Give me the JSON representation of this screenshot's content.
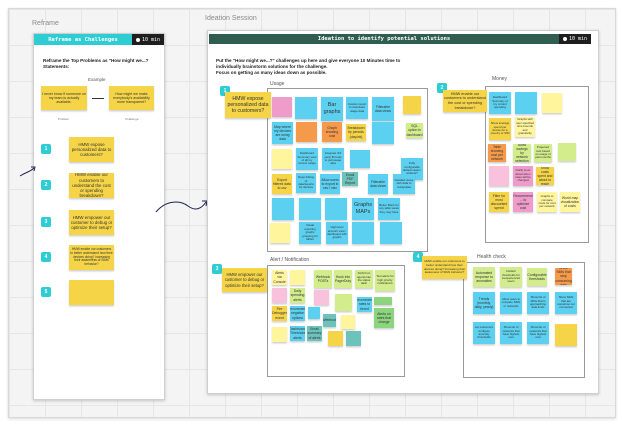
{
  "colors": {
    "teal_header": "#2ECCD3",
    "green_header": "#2F5D50",
    "badge": "#2ECCD3",
    "yellow": "#F5D547",
    "light_yellow": "#FFF59C",
    "blue": "#5CD0F0",
    "pink": "#EF9CCB",
    "light_pink": "#F8C1DC",
    "orange": "#F49A4A",
    "light_green": "#D3EC8C",
    "green": "#8CD47E",
    "teal": "#6CC3BB"
  },
  "reframe": {
    "label": "Reframe",
    "header": "Reframe as Challenges",
    "timer": "10 min",
    "instructions": "Reframe the Top Problems as \"How might we...? Statements:",
    "example_label": "Example",
    "example_problem": "I never know if someone on my team is actually available.",
    "example_challenge": "How might we make everybody's availability more transparent?",
    "problem_caption": "Problem",
    "challenge_caption": "Challenge",
    "items": [
      {
        "num": "1",
        "text": "HMW expose personalized data to customers?"
      },
      {
        "num": "2",
        "text": "HMW enable our customers to understand the cost or spending breakdown?"
      },
      {
        "num": "3",
        "text": "HMW empower our customer to debug or optimize their setup?"
      },
      {
        "num": "4",
        "text": "HMW enable our customers to better understand how their devices doing? Increasing their awareness of SIMs behavior?"
      },
      {
        "num": "5",
        "text": ""
      }
    ]
  },
  "ideation": {
    "label": "Ideation Session",
    "header": "Ideation to identify potential solutions",
    "timer": "10 min",
    "instructions": [
      "Put the \"How might we...?\" challenges up here and give everyone 10 Minutes time to",
      "individually brainstorm solutions for the challenge.",
      "Focus on getting as many ideas down as possible."
    ],
    "challenges": [
      {
        "num": "1",
        "text": "HMW expose personalized data to customers?"
      },
      {
        "num": "2",
        "text": "HMW enable our customers to understand the cost or spending breakdown?"
      },
      {
        "num": "3",
        "text": "HMW empower our customer to debug or optimize their setup?"
      },
      {
        "num": "4",
        "text": "HMW enable our customers to better understand how their devices doing? Increasing their awareness of SIMs behavior?"
      }
    ],
    "clusters": {
      "usage": {
        "label": "Usage",
        "notes": [
          {
            "text": "",
            "color": "pink"
          },
          {
            "text": "",
            "color": "blue"
          },
          {
            "text": "Bar graphs",
            "color": "blue"
          },
          {
            "text": "Custom report to download usage data",
            "color": "blue"
          },
          {
            "text": "Filterable data views",
            "color": "blue"
          },
          {
            "text": "",
            "color": "yellow"
          },
          {
            "text": "Map where my devices are using data",
            "color": "blue"
          },
          {
            "text": "",
            "color": "orange"
          },
          {
            "text": "Graph showing cost",
            "color": "orange"
          },
          {
            "text": "Breakdown by periods (day/wk)",
            "color": "yellow"
          },
          {
            "text": "",
            "color": "blue"
          },
          {
            "text": "SQL option in dashboard",
            "color": "light_green"
          },
          {
            "text": "",
            "color": "light_yellow"
          },
          {
            "text": "Dashboard Summary view of all my current usage",
            "color": "blue"
          },
          {
            "text": "Integrate 3rd party BI tools to pull usage data",
            "color": "blue"
          },
          {
            "text": "",
            "color": "blue"
          },
          {
            "text": "Fully configurable default views / widgets?",
            "color": "blue"
          },
          {
            "text": "Export filtered data to csv",
            "color": "yellow"
          },
          {
            "text": "Deep linking of data/reports for devices",
            "color": "blue"
          },
          {
            "text": "Allow users to export in csv / xlsx",
            "color": "blue"
          },
          {
            "text": "Email PDF Report",
            "color": "teal"
          },
          {
            "text": "Filterable data views",
            "color": "blue"
          },
          {
            "text": "Detailed views with data to manipulate",
            "color": "blue"
          },
          {
            "text": "",
            "color": "blue"
          },
          {
            "text": "",
            "color": "blue"
          },
          {
            "text": "",
            "color": "blue"
          },
          {
            "text": "Graphs MAPs",
            "color": "blue"
          },
          {
            "text": "Better filters for any table views they may have",
            "color": "blue"
          },
          {
            "text": "",
            "color": "light_yellow"
          },
          {
            "text": "Visual reporting graphs grouping for tables",
            "color": "blue"
          },
          {
            "text": "High level account view / dashboard with graphs",
            "color": "blue"
          },
          {
            "text": "",
            "color": "blue"
          },
          {
            "text": "",
            "color": "blue"
          }
        ]
      },
      "money": {
        "label": "Money",
        "notes": [
          {
            "text": "Dashboard Summary of my current spending",
            "color": "blue"
          },
          {
            "text": "",
            "color": "blue"
          },
          {
            "text": "",
            "color": "light_yellow"
          },
          {
            "text": "Show average spend per device for a country or SIM",
            "color": "yellow"
          },
          {
            "text": "Graphs with user specified time bounds and granularity",
            "color": "light_yellow"
          },
          {
            "text": "Table showing cost per network",
            "color": "orange"
          },
          {
            "text": "Allow savings by network selection",
            "color": "light_green"
          },
          {
            "text": "Projected cost based on usage of past months",
            "color": "light_green"
          },
          {
            "text": "",
            "color": "light_green"
          },
          {
            "text": "",
            "color": "light_pink"
          },
          {
            "text": "Notify more about when rates will be changed",
            "color": "pink"
          },
          {
            "text": "Show costs spent and about to reach",
            "color": "yellow"
          },
          {
            "text": "Filter for most discounted spend",
            "color": "yellow"
          },
          {
            "text": "Recommend ... to optimize cost",
            "color": "pink"
          },
          {
            "text": "Graphs to compare costs for cost per network",
            "color": "light_yellow"
          },
          {
            "text": "World map visualization of costs",
            "color": "light_yellow"
          }
        ]
      },
      "alert": {
        "label": "Alert / Notification",
        "notes": [
          {
            "text": "Alerts via Console",
            "color": "light_yellow"
          },
          {
            "text": "",
            "color": "light_yellow"
          },
          {
            "text": "Webhook POSTs",
            "color": "light_green"
          },
          {
            "text": "Hook into PagerDuty",
            "color": "light_green"
          },
          {
            "text": "SGS from agents like the status dash",
            "color": "light_green"
          },
          {
            "text": "Text alerts for high priority notifications",
            "color": "light_green"
          },
          {
            "text": "",
            "color": "light_pink"
          },
          {
            "text": "Daily spending alerts",
            "color": "light_green"
          },
          {
            "text": "",
            "color": "light_pink"
          },
          {
            "text": "",
            "color": "light_green"
          },
          {
            "text": "Recommend rates to tiered",
            "color": "blue"
          },
          {
            "text": "",
            "color": "green"
          },
          {
            "text": "Fire Debugger event",
            "color": "yellow"
          },
          {
            "text": "Recommend negative options",
            "color": "blue"
          },
          {
            "text": "",
            "color": "blue"
          },
          {
            "text": "Webhook",
            "color": "teal"
          },
          {
            "text": "",
            "color": "light_yellow"
          },
          {
            "text": "Alerts on rates that change",
            "color": "green"
          },
          {
            "text": "",
            "color": "light_yellow"
          },
          {
            "text": "Dashboard Threshold alerts",
            "color": "blue"
          },
          {
            "text": "Email summary of alerts",
            "color": "teal"
          },
          {
            "text": "",
            "color": "yellow"
          },
          {
            "text": "",
            "color": "teal"
          }
        ]
      },
      "health": {
        "label": "Health check",
        "notes": [
          {
            "text": "Automated response to anomalies",
            "color": "light_green"
          },
          {
            "text": "Default thresholds for inexperienced users",
            "color": "light_green"
          },
          {
            "text": "Configurable thresholds",
            "color": "light_green"
          },
          {
            "text": "Show SIMs that stop consuming data",
            "color": "orange"
          },
          {
            "text": "Trends (monthly, daily, yearly)",
            "color": "blue"
          },
          {
            "text": "Allow users to compare SIMs or networks",
            "color": "blue"
          },
          {
            "text": "Show list of SIMs that is approaching data limits",
            "color": "blue"
          },
          {
            "text": "Show SIMs that are somehow not connected",
            "color": "blue"
          },
          {
            "text": "Let customers configure anomaly thresholds",
            "color": "blue"
          },
          {
            "text": "Show list of networks that have highest cost",
            "color": "blue"
          },
          {
            "text": "Show list of networks that have highest cost",
            "color": "blue"
          },
          {
            "text": "",
            "color": "yellow"
          }
        ]
      }
    }
  }
}
